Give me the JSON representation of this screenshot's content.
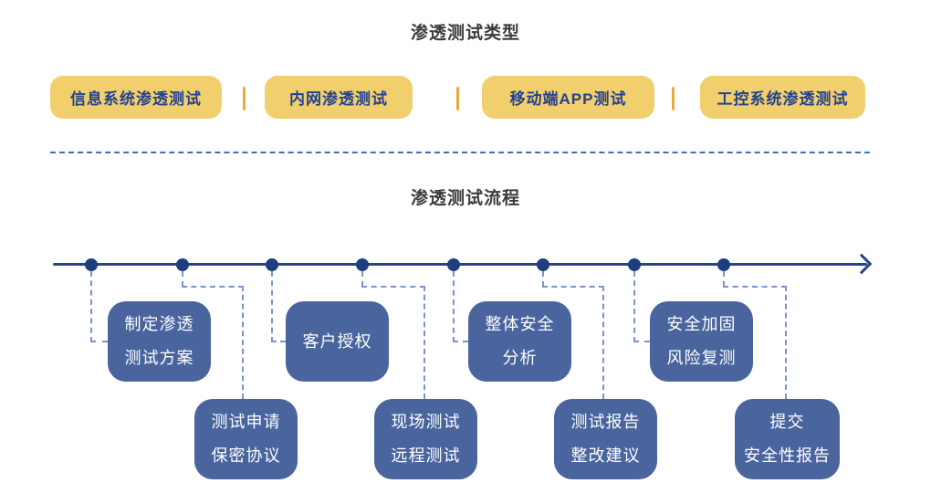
{
  "types_section": {
    "title": "渗透测试类型",
    "items": [
      {
        "label": "信息系统渗透测试"
      },
      {
        "label": "内网渗透测试"
      },
      {
        "label": "移动端APP测试"
      },
      {
        "label": "工控系统渗透测试"
      }
    ]
  },
  "process_section": {
    "title": "渗透测试流程",
    "steps": [
      {
        "line1": "制定渗透",
        "line2": "测试方案",
        "position": "above"
      },
      {
        "line1": "测试申请",
        "line2": "保密协议",
        "position": "below"
      },
      {
        "line1": "客户授权",
        "line2": "",
        "position": "above"
      },
      {
        "line1": "现场测试",
        "line2": "远程测试",
        "position": "below"
      },
      {
        "line1": "整体安全",
        "line2": "分析",
        "position": "above"
      },
      {
        "line1": "测试报告",
        "line2": "整改建议",
        "position": "below"
      },
      {
        "line1": "安全加固",
        "line2": "风险复测",
        "position": "above"
      },
      {
        "line1": "提交",
        "line2": "安全性报告",
        "position": "below"
      }
    ]
  },
  "colors": {
    "type_badge_bg": "#F2CF6D",
    "type_badge_text": "#24428F",
    "badge_separator": "#E9A93B",
    "section_divider": "#3D6CC0",
    "timeline": "#25458B",
    "timeline_dot": "#1F3E80",
    "step_box_bg": "#4A659E",
    "step_box_text": "#FFFFFF",
    "connector": "#7C92CC",
    "title_text": "#3C3C3C"
  }
}
